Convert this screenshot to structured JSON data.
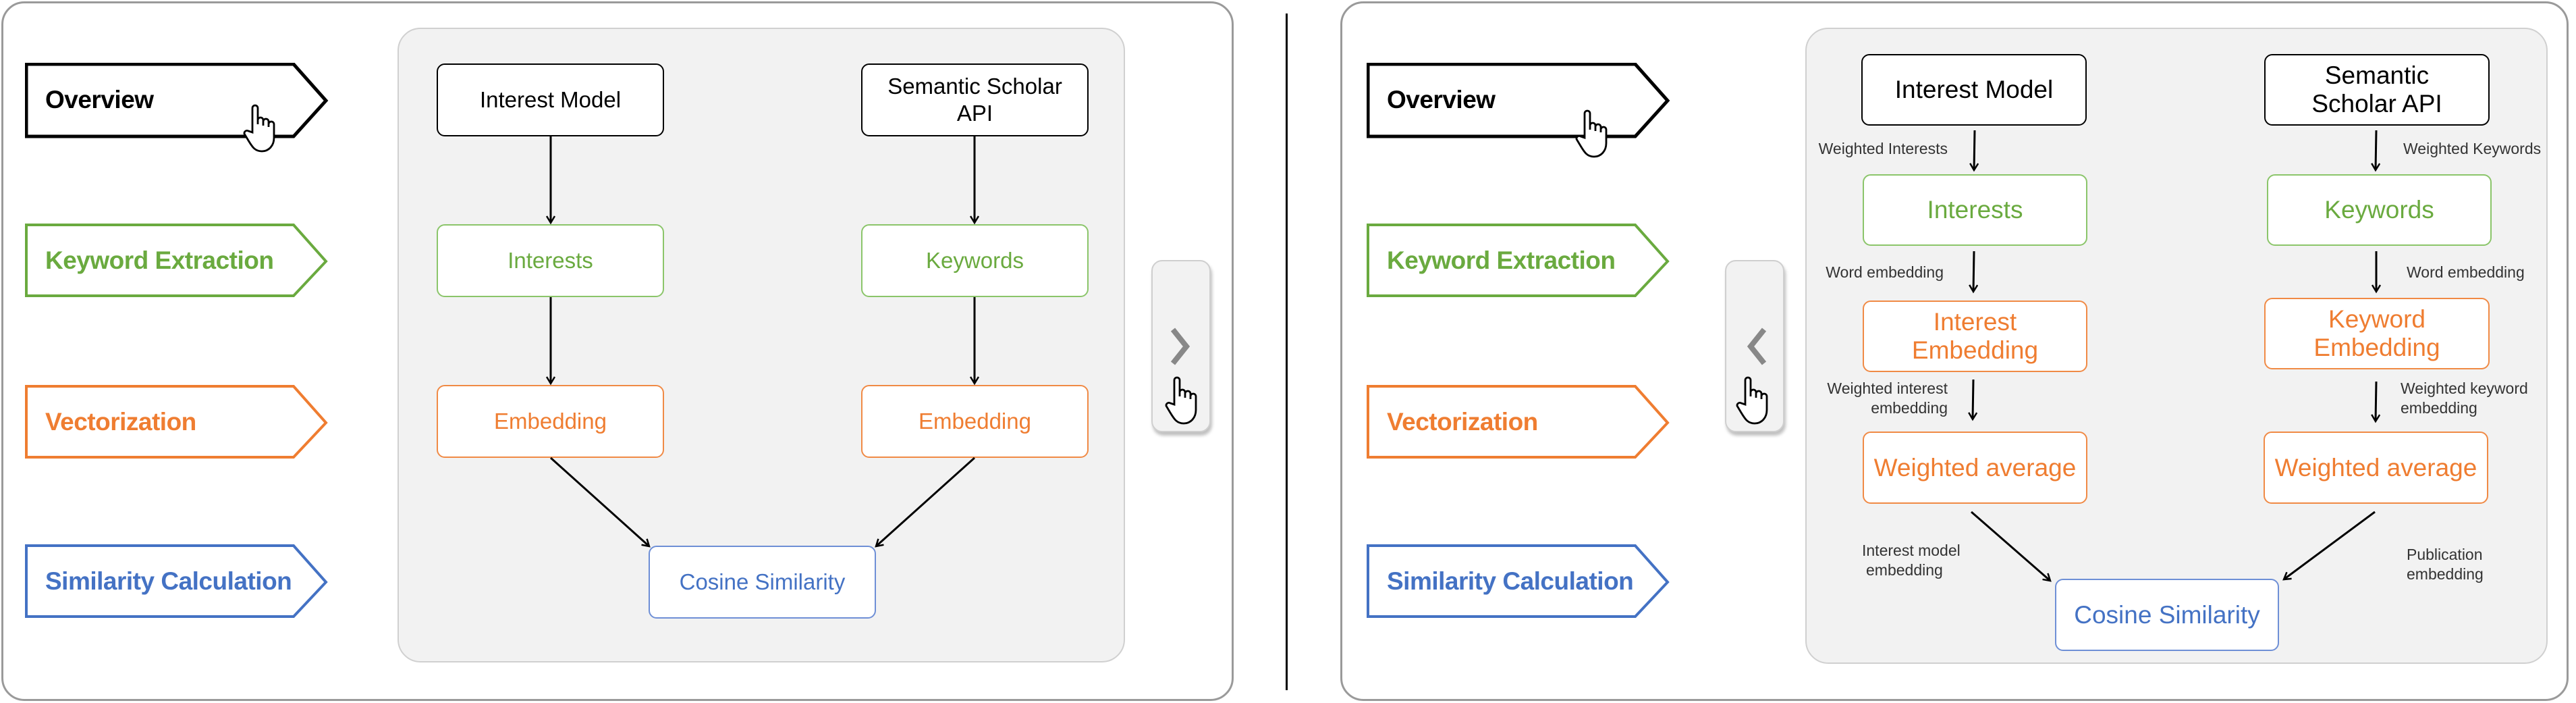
{
  "colors": {
    "overview": "#000000",
    "keyword_extraction": "#6aaa3f",
    "vectorization": "#ef7d31",
    "similarity": "#4472c4"
  },
  "nav": {
    "overview": "Overview",
    "keyword_extraction": "Keyword Extraction",
    "vectorization": "Vectorization",
    "similarity_calculation": "Similarity Calculation"
  },
  "left_panel": {
    "interest_model": "Interest Model",
    "semantic_scholar": "Semantic Scholar API",
    "interests": "Interests",
    "keywords": "Keywords",
    "embedding_left": "Embedding",
    "embedding_right": "Embedding",
    "cosine": "Cosine Similarity",
    "next_icon": "chevron-right-icon"
  },
  "right_panel": {
    "interest_model": "Interest Model",
    "semantic_scholar": "Semantic Scholar API",
    "interests": "Interests",
    "keywords": "Keywords",
    "interest_embedding": "Interest Embedding",
    "keyword_embedding": "Keyword Embedding",
    "weighted_average_left": "Weighted average",
    "weighted_average_right": "Weighted average",
    "cosine": "Cosine Similarity",
    "prev_icon": "chevron-left-icon",
    "labels": {
      "weighted_interests": "Weighted Interests",
      "weighted_keywords": "Weighted Keywords",
      "word_embedding_left": "Word embedding",
      "word_embedding_right": "Word embedding",
      "weighted_interest_embedding_1": "Weighted interest",
      "weighted_interest_embedding_2": "embedding",
      "weighted_keyword_embedding_1": "Weighted keyword",
      "weighted_keyword_embedding_2": "embedding",
      "interest_model_embedding_1": "Interest model",
      "interest_model_embedding_2": "embedding",
      "publication_embedding_1": "Publication",
      "publication_embedding_2": "embedding"
    }
  }
}
